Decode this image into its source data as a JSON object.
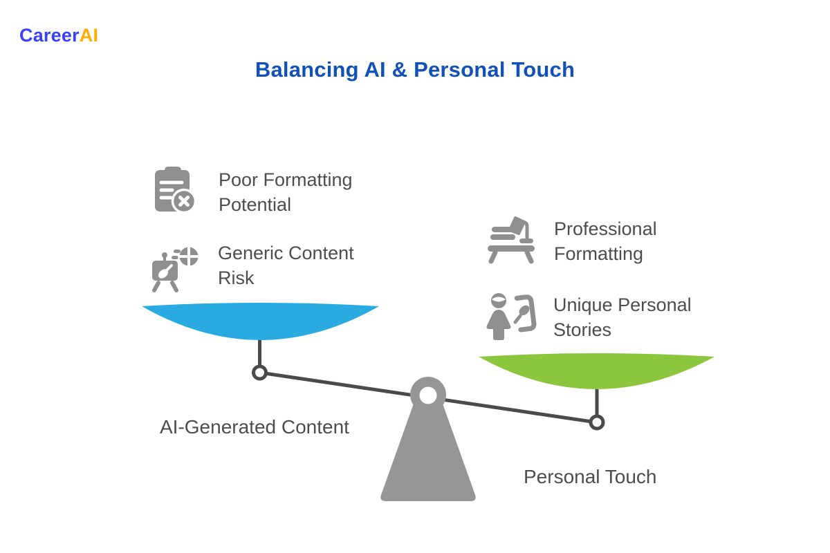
{
  "logo": {
    "part1": "Career",
    "part2": "AI"
  },
  "title": "Balancing AI & Personal Touch",
  "scale": {
    "left": {
      "label": "AI-Generated Content",
      "pan_color": "#29ABE2",
      "items": [
        {
          "icon": "clipboard-error-icon",
          "text": "Poor Formatting Potential"
        },
        {
          "icon": "easel-generic-icon",
          "text": "Generic Content Risk"
        }
      ]
    },
    "right": {
      "label": "Personal Touch",
      "pan_color": "#8CC63F",
      "items": [
        {
          "icon": "desk-lamp-icon",
          "text": "Professional Formatting"
        },
        {
          "icon": "person-brush-icon",
          "text": "Unique Personal Stories"
        }
      ]
    }
  },
  "colors": {
    "title_blue": "#1151B8",
    "logo_blue": "#3741F5",
    "logo_orange": "#FFAE00",
    "pan_blue": "#29ABE2",
    "pan_green": "#8CC63F",
    "icon_gray": "#8F8F8F",
    "fulcrum_gray": "#969696",
    "beam_gray": "#4A4A4A",
    "text_gray": "#4D4D4D"
  }
}
